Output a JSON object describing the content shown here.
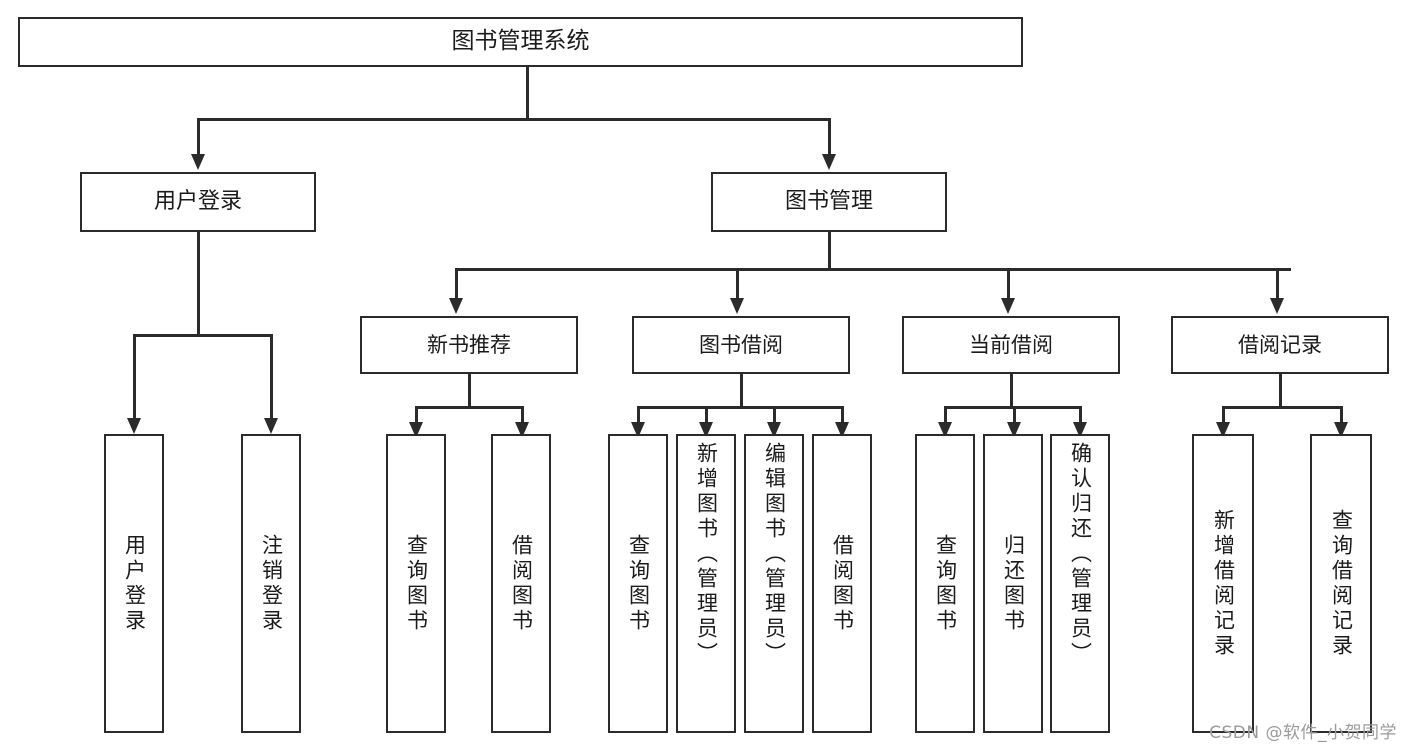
{
  "diagram": {
    "title": "图书管理系统",
    "type": "tree-hierarchy-diagram",
    "colors": {
      "stroke": "#2b2b2b",
      "fill": "#ffffff",
      "text": "#1b1b1b",
      "watermark": "#9b9b9b"
    },
    "root": {
      "label": "图书管理系统"
    },
    "level1": [
      {
        "label": "用户登录"
      },
      {
        "label": "图书管理"
      }
    ],
    "user_login_children": [
      {
        "label": "用户登录"
      },
      {
        "label": "注销登录"
      }
    ],
    "level2": [
      {
        "label": "新书推荐"
      },
      {
        "label": "图书借阅"
      },
      {
        "label": "当前借阅"
      },
      {
        "label": "借阅记录"
      }
    ],
    "new_book_children": [
      {
        "label": "查询图书"
      },
      {
        "label": "借阅图书"
      }
    ],
    "borrow_children": [
      {
        "label": "查询图书"
      },
      {
        "label": "新增图书（管理员）"
      },
      {
        "label": "编辑图书（管理员）"
      },
      {
        "label": "借阅图书"
      }
    ],
    "current_borrow_children": [
      {
        "label": "查询图书"
      },
      {
        "label": "归还图书"
      },
      {
        "label": "确认归还（管理员）"
      }
    ],
    "record_children": [
      {
        "label": "新增借阅记录"
      },
      {
        "label": "查询借阅记录"
      }
    ]
  },
  "watermark": {
    "text": "CSDN @软件_小贺同学"
  }
}
